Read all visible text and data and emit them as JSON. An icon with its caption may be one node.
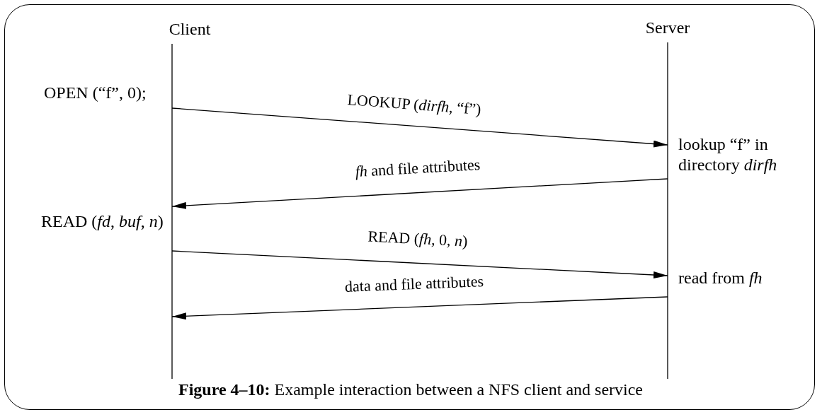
{
  "diagram": {
    "caption": "**Figure 4–10:** Example interaction between a NFS client and service",
    "nodes": [
      {
        "text": [
          "Client"
        ]
      },
      {
        "text": [
          "Server"
        ]
      }
    ],
    "edges": [
      {
        "from": 0,
        "to": 1,
        "arrow": "to",
        "label": "LOOKUP (*dirfh*, “f”)"
      },
      {
        "from": 1,
        "to": 0,
        "arrow": "to",
        "label": "*fh* and file attributes"
      },
      {
        "from": 0,
        "to": 1,
        "arrow": "to",
        "label": "READ (*fh*, 0, *n*)"
      },
      {
        "from": 1,
        "to": 0,
        "arrow": "to",
        "label": "data and file attributes"
      }
    ],
    "labels": [
      "OPEN (“f”, 0);",
      "lookup “f” in directory *dirfh*",
      "READ (*fd*, *buf*, *n*)",
      "read from *fh*"
    ]
  }
}
